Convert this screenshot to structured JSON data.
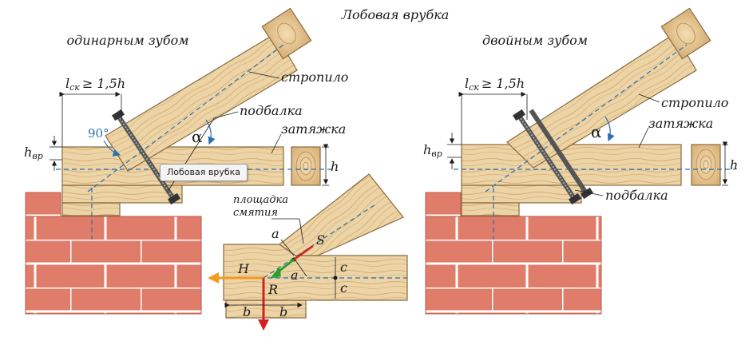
{
  "title": "Лобовая врубка",
  "left": {
    "heading": "одинарным зубом",
    "length_label": "l",
    "length_sub": "ск",
    "length_rest": "≥ 1,5h",
    "angle_90": "90°",
    "alpha": "α",
    "h_label": "h",
    "h_sub": "вр",
    "h_side": "h",
    "rafter": "стропило",
    "joist": "подбалка",
    "tie": "затяжка"
  },
  "right": {
    "heading": "двойным зубом",
    "length_label": "l",
    "length_sub": "ск",
    "length_rest": "≥ 1,5h",
    "alpha": "α",
    "h_label": "h",
    "h_sub": "вр",
    "h_side": "h",
    "rafter": "стропило",
    "joist": "подбалка",
    "tie": "затяжка"
  },
  "detail": {
    "bearing_line1": "площадка",
    "bearing_line2": "смятия",
    "a_top": "a",
    "a_bottom": "a",
    "s": "S",
    "h_force": "H",
    "r_force": "R",
    "c_top": "c",
    "c_bottom": "c",
    "b_left": "b",
    "b_right": "b"
  },
  "tooltip": "Лобовая врубка",
  "colors": {
    "wood": "#ecd4a6",
    "wood_dark": "#c99a5b",
    "brick": "#e07c6a",
    "mortar": "#ffffff",
    "axis": "#2a6fb0",
    "force_h": "#f29a1f",
    "force_r": "#d32020",
    "force_s": "#2aa02a"
  }
}
